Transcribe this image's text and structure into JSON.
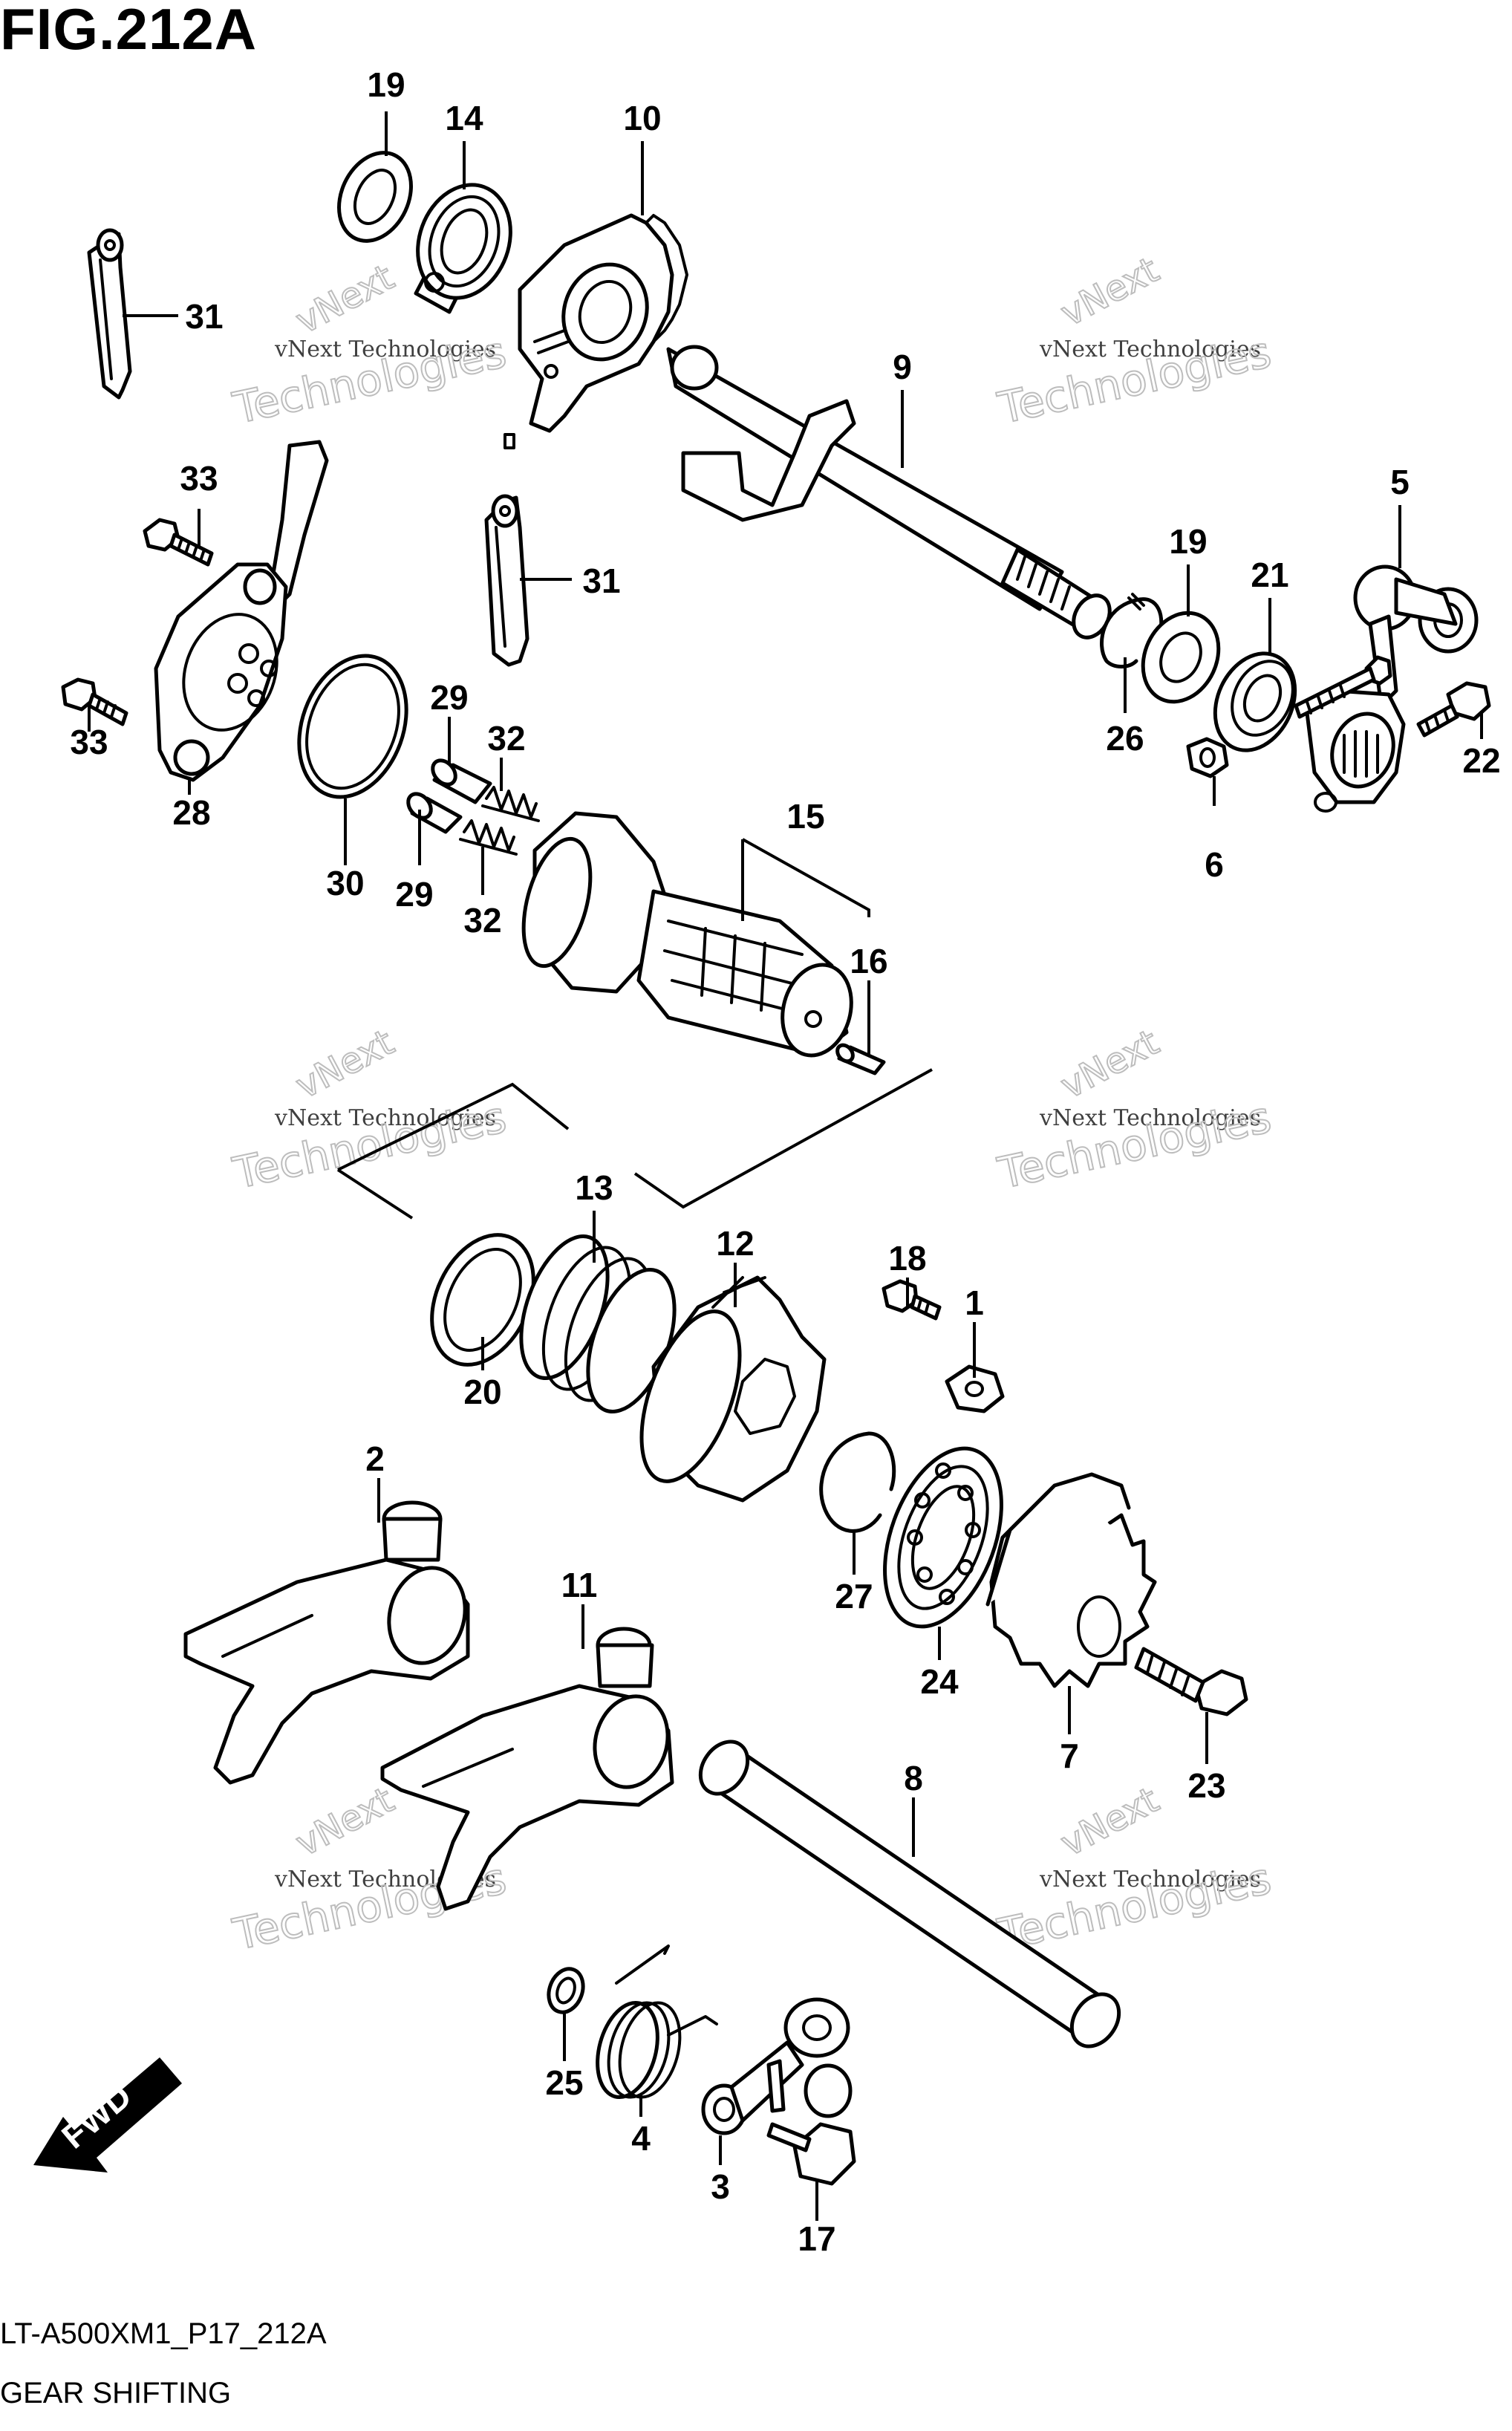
{
  "figure": {
    "title": "FIG.212A",
    "code": "LT-A500XM1_P17_212A",
    "section": "GEAR SHIFTING",
    "direction_label": "FWD"
  },
  "watermark": {
    "brand": "vNext",
    "company": "vNext Technologies",
    "word": "Technologies"
  },
  "labels": [
    "19",
    "14",
    "10",
    "31",
    "9",
    "33",
    "31",
    "5",
    "19",
    "21",
    "33",
    "28",
    "30",
    "29",
    "32",
    "29",
    "32",
    "26",
    "6",
    "22",
    "15",
    "16",
    "13",
    "12",
    "18",
    "1",
    "20",
    "2",
    "27",
    "11",
    "24",
    "7",
    "23",
    "8",
    "25",
    "4",
    "3",
    "17"
  ]
}
